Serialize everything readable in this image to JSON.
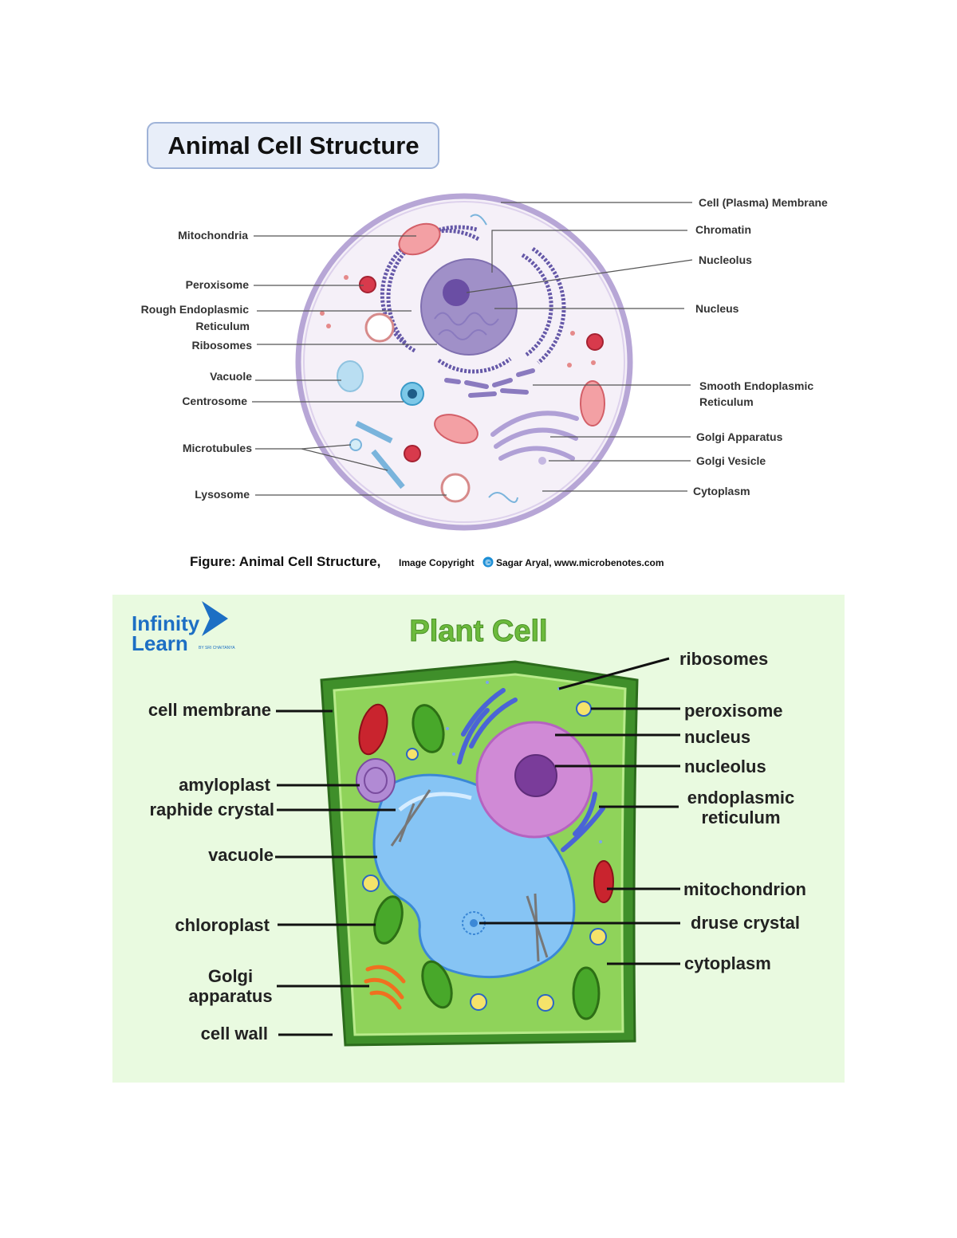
{
  "animal": {
    "title": "Animal Cell Structure",
    "labels": {
      "cell_membrane": "Cell (Plasma) Membrane",
      "chromatin": "Chromatin",
      "nucleolus": "Nucleolus",
      "nucleus": "Nucleus",
      "mitochondria": "Mitochondria",
      "peroxisome": "Peroxisome",
      "rough_er_1": "Rough Endoplasmic",
      "rough_er_2": "Reticulum",
      "ribosomes": "Ribosomes",
      "vacuole": "Vacuole",
      "centrosome": "Centrosome",
      "microtubules": "Microtubules",
      "lysosome": "Lysosome",
      "smooth_er_1": "Smooth Endoplasmic",
      "smooth_er_2": "Reticulum",
      "golgi_apparatus": "Golgi Apparatus",
      "golgi_vesicle": "Golgi Vesicle",
      "cytoplasm": "Cytoplasm"
    },
    "caption": {
      "main": "Figure: Animal Cell Structure,",
      "copyright": "Image Copyright",
      "copyright_symbol": "©",
      "credit": "Sagar Aryal, www.microbenotes.com"
    }
  },
  "plant": {
    "title": "Plant Cell",
    "logo": {
      "line1": "Infinity",
      "line2": "Learn",
      "tagline": "BY SRI CHAITANYA"
    },
    "labels": {
      "ribosomes": "ribosomes",
      "peroxisome": "peroxisome",
      "nucleus": "nucleus",
      "nucleolus": "nucleolus",
      "er_1": "endoplasmic",
      "er_2": "reticulum",
      "mitochondrion": "mitochondrion",
      "druse_crystal": "druse crystal",
      "cytoplasm": "cytoplasm",
      "cell_membrane": "cell membrane",
      "amyloplast": "amyloplast",
      "raphide_crystal": "raphide crystal",
      "vacuole": "vacuole",
      "chloroplast": "chloroplast",
      "golgi_1": "Golgi",
      "golgi_2": "apparatus",
      "cell_wall": "cell wall"
    }
  },
  "colors": {
    "animal_title_bg": "#e8eef9",
    "animal_title_border": "#9fb3d8",
    "cell_fill": "#f5f0f8",
    "cell_membrane": "#b7a6d6",
    "nucleus": "#a090c8",
    "plant_bg": "#e9fae0",
    "plant_title": "#6cbb3c",
    "cell_wall": "#3f8f2a",
    "cytoplasm": "#8fd35a",
    "vacuole": "#86c4f4",
    "plant_nucleus": "#d08ad6",
    "logo_blue": "#1d6fc4"
  }
}
